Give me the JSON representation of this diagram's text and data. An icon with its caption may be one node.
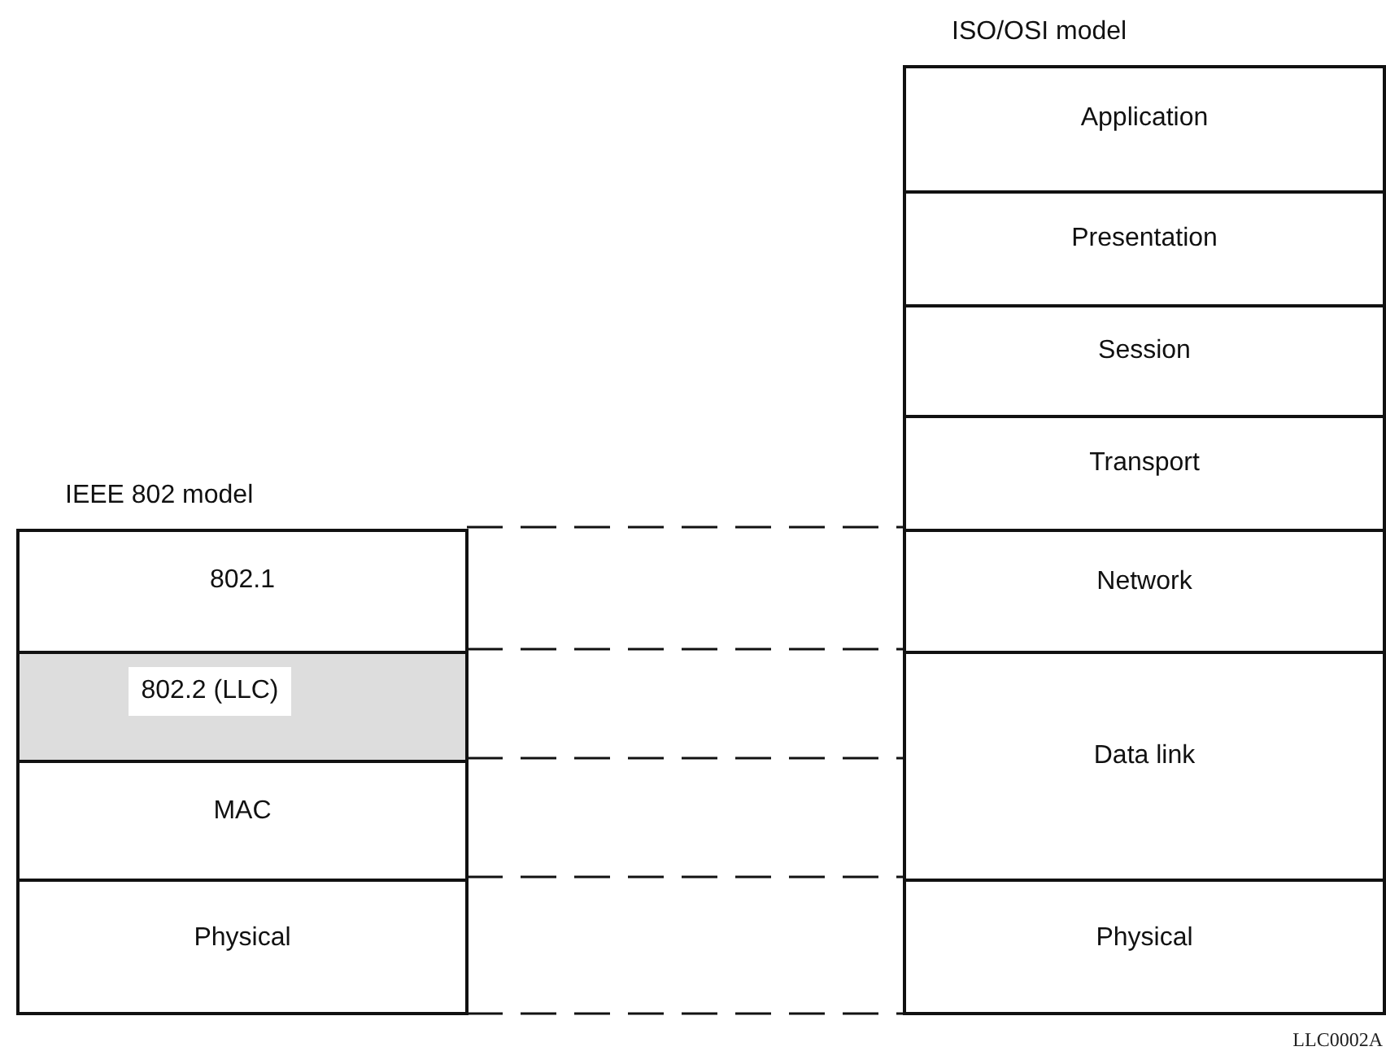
{
  "diagram": {
    "nodes": [
      {
        "text": [
          "ISO/OSI model"
        ]
      },
      {
        "text": [
          "Application"
        ],
        "in": 0
      },
      {
        "text": [
          "Presentation"
        ],
        "in": 0
      },
      {
        "text": [
          "Session"
        ],
        "in": 0
      },
      {
        "text": [
          "Transport"
        ],
        "in": 0
      },
      {
        "text": [
          "Network"
        ],
        "in": 0
      },
      {
        "text": [
          "Data link"
        ],
        "in": 0
      },
      {
        "text": [
          "Physical"
        ],
        "in": 0
      },
      {
        "text": [
          "IEEE 802 model"
        ]
      },
      {
        "text": [
          "802.1"
        ],
        "in": 8
      },
      {
        "text": [
          "802.2 (LLC)"
        ],
        "in": 8
      },
      {
        "text": [
          "MAC"
        ],
        "in": 8
      },
      {
        "text": [
          "Physical"
        ],
        "in": 8
      }
    ],
    "edges": [
      {
        "from": 8,
        "to": 0,
        "arrow": "none",
        "style": "dashed"
      },
      {
        "from": 8,
        "to": 0,
        "arrow": "none",
        "style": "dashed"
      },
      {
        "from": 8,
        "to": 0,
        "arrow": "none",
        "style": "dashed"
      },
      {
        "from": 8,
        "to": 0,
        "arrow": "none",
        "style": "dashed"
      },
      {
        "from": 8,
        "to": 0,
        "arrow": "none",
        "style": "dashed"
      }
    ],
    "labels": [
      "LLC0002A"
    ]
  }
}
